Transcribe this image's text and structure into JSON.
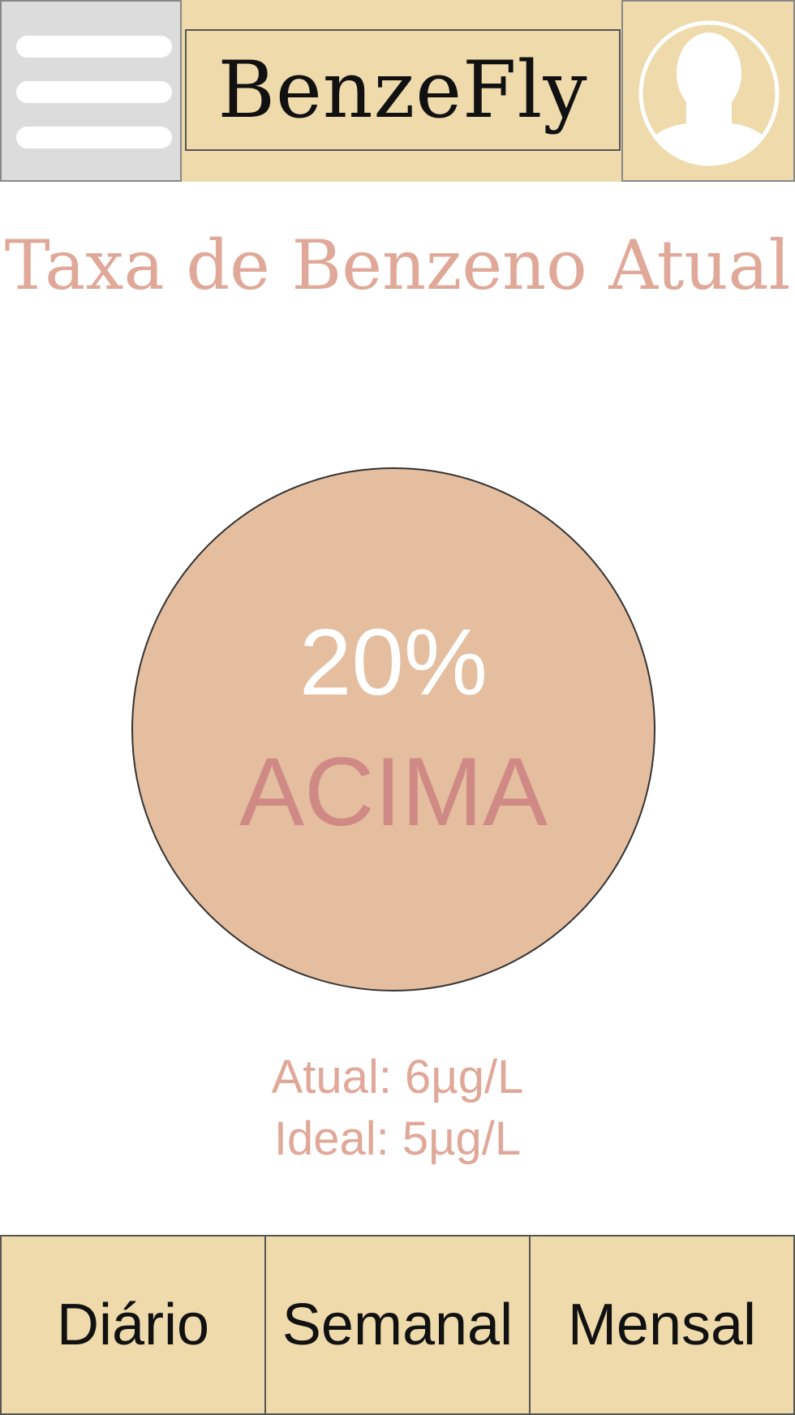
{
  "header": {
    "app_name": "BenzeFly",
    "menu_icon": "hamburger-menu-icon",
    "avatar_icon": "user-avatar-icon"
  },
  "main": {
    "title": "Taxa de Benzeno Atual",
    "gauge": {
      "percent_label": "20%",
      "status_label": "ACIMA"
    },
    "readings": {
      "current": "Atual: 6µg/L",
      "ideal": "Ideal: 5µg/L"
    }
  },
  "tabs": [
    {
      "label": "Diário"
    },
    {
      "label": "Semanal"
    },
    {
      "label": "Mensal"
    }
  ],
  "colors": {
    "header_bg": "#eedaab",
    "menu_bg": "#dcdcdc",
    "gauge_fill": "#e4be9f",
    "accent_text": "#e0a898",
    "status_text": "#d08a86"
  }
}
